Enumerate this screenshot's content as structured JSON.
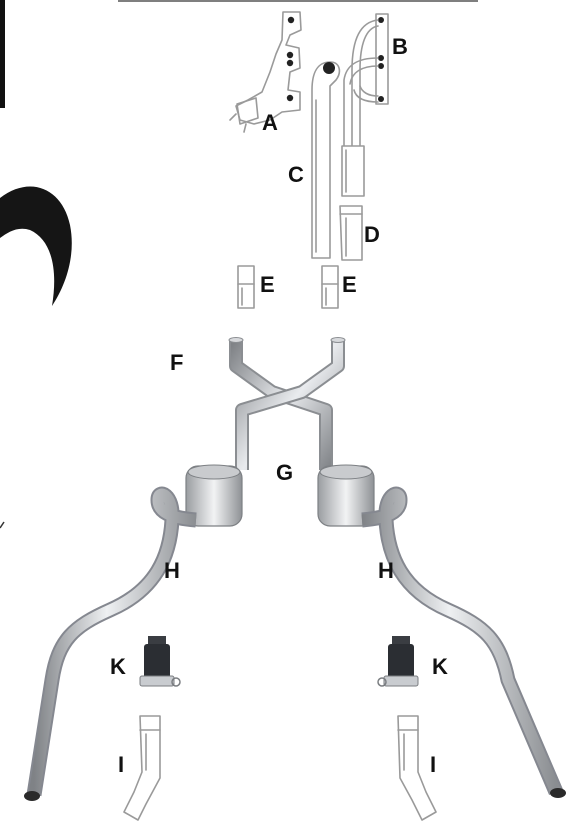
{
  "labels": {
    "a": "A",
    "b": "B",
    "c": "C",
    "d": "D",
    "e_left": "E",
    "e_right": "E",
    "f": "F",
    "g": "G",
    "h_left": "H",
    "h_right": "H",
    "k_left": "K",
    "k_right": "K",
    "i_left": "I",
    "i_right": "I"
  },
  "colors": {
    "outline": "#9a9a9a",
    "steel_dark": "#8a8d90",
    "steel_light": "#e4e6e8",
    "label": "#111111",
    "hanger": "#2b2e33"
  }
}
